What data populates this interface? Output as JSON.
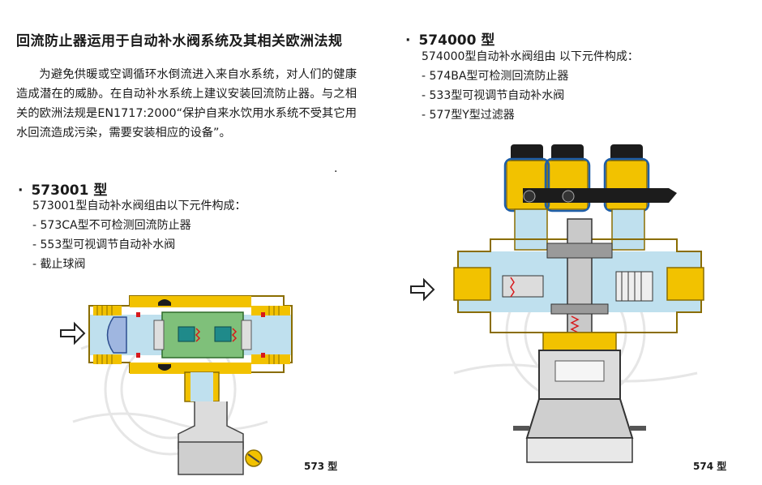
{
  "left": {
    "title": "回流防止器运用于自动补水阀系统及其相关欧洲法规",
    "paragraph": "为避免供暖或空调循环水倒流进入来自水系统，对人们的健康造成潜在的威胁。在自动补水系统上建议安装回流防止器。与之相关的欧洲法规是EN1717:2000“保护自来水饮用水系统不受其它用水回流造成污染，需要安装相应的设备”。",
    "stray_dot": ".",
    "model": {
      "bullet": "·",
      "heading": "573001 型",
      "intro": "573001型自动补水阀组由以下元件构成：",
      "items": [
        "- 573CA型不可检测回流防止器",
        "- 553型可视调节自动补水阀",
        "- 截止球阀"
      ]
    },
    "caption": "573 型"
  },
  "right": {
    "model": {
      "bullet": "·",
      "heading": "574000 型",
      "intro": "574000型自动补水阀组由 以下元件构成：",
      "items": [
        "- 574BA型可检测回流防止器",
        "- 533型可视调节自动补水阀",
        "- 577型Y型过滤器"
      ]
    },
    "caption": "574 型"
  },
  "colors": {
    "brass": "#f2c200",
    "brass_dark": "#8a6d00",
    "water": "#bfe0ee",
    "green": "#7fc07a",
    "red": "#d7191c",
    "grey": "#c9c9c9",
    "black": "#1c1c1c",
    "blue_outline": "#1f5fa8"
  },
  "icons": {
    "flow_arrow": "flow-arrow-icon"
  }
}
